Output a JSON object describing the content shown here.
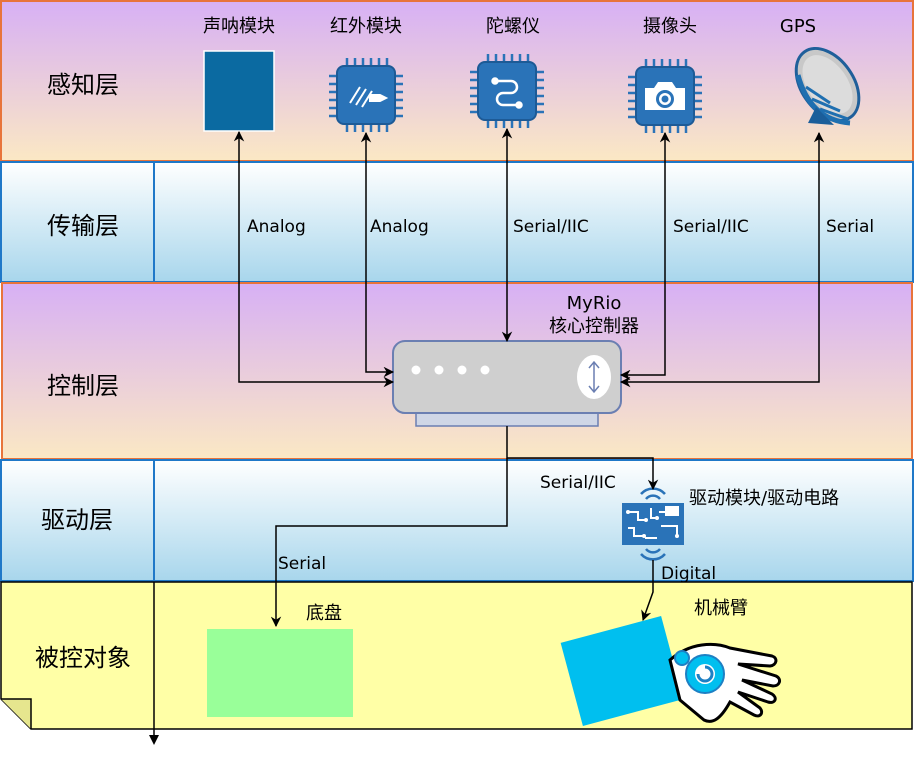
{
  "layers": [
    {
      "name": "感知层"
    },
    {
      "name": "传输层"
    },
    {
      "name": "控制层"
    },
    {
      "name": "驱动层"
    },
    {
      "name": "被控对象"
    }
  ],
  "sensors": [
    {
      "name": "声呐模块",
      "link": "Analog",
      "icon": "sonar-square-icon"
    },
    {
      "name": "红外模块",
      "link": "Analog",
      "icon": "infrared-chip-icon"
    },
    {
      "name": "陀螺仪",
      "link": "Serial/IIC",
      "icon": "gyro-chip-icon"
    },
    {
      "name": "摄像头",
      "link": "Serial/IIC",
      "icon": "camera-chip-icon"
    },
    {
      "name": "GPS",
      "link": "Serial",
      "icon": "satellite-dish-icon"
    }
  ],
  "controller": {
    "line1": "MyRio",
    "line2": "核心控制器",
    "icon": "router-device-icon"
  },
  "driver": {
    "name": "驱动模块/驱动电路",
    "in_link": "Serial/IIC",
    "out_link": "Digital",
    "icon": "circuit-board-icon"
  },
  "targets": {
    "chassis": "底盘",
    "chassis_link": "Serial",
    "arm": "机械臂",
    "arm_icon": "robot-glove-icon"
  },
  "colors": {
    "layer_border_orange": "#e8743b",
    "layer_border_blue": "#1f78c8",
    "purple_top": "#d9b3f5",
    "peach_bottom": "#fbe7c6",
    "white_top": "#ffffff",
    "blue_bottom": "#a9d7ec",
    "yellow_note": "#ffffa6",
    "chip_blue": "#2a73b8",
    "sonar_blue": "#0b6aa1",
    "chassis_green": "#99ff99",
    "arm_cyan": "#00bfef",
    "controller_gray": "#d0d0d0"
  }
}
